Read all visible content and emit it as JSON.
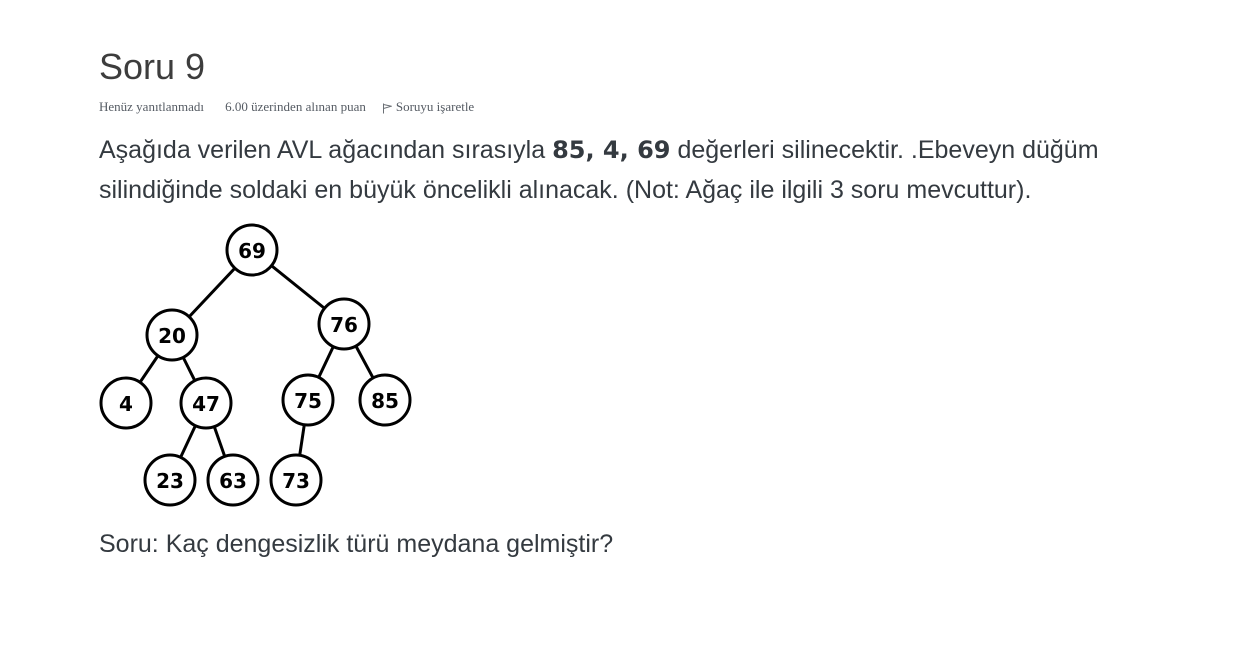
{
  "question": {
    "title": "Soru 9",
    "status": "Henüz yanıtlanmadı",
    "grade": "6.00 üzerinden alınan puan",
    "flag_label": "Soruyu işaretle",
    "text_before": "Aşağıda verilen AVL ağacından sırasıyla ",
    "deleted_values": "85, 4, 69",
    "text_after": " değerleri silinecektir. .Ebeveyn düğüm silindiğinde soldaki en büyük öncelikli alınacak. (Not: Ağaç ile ilgili 3 soru mevcuttur).",
    "sub_question": "Soru: Kaç dengesizlik türü meydana gelmiştir?"
  },
  "tree": {
    "nodes": [
      {
        "id": "n69",
        "label": "69"
      },
      {
        "id": "n20",
        "label": "20"
      },
      {
        "id": "n76",
        "label": "76"
      },
      {
        "id": "n4",
        "label": "4"
      },
      {
        "id": "n47",
        "label": "47"
      },
      {
        "id": "n75",
        "label": "75"
      },
      {
        "id": "n85",
        "label": "85"
      },
      {
        "id": "n23",
        "label": "23"
      },
      {
        "id": "n63",
        "label": "63"
      },
      {
        "id": "n73",
        "label": "73"
      }
    ],
    "edges": [
      [
        "n69",
        "n20"
      ],
      [
        "n69",
        "n76"
      ],
      [
        "n20",
        "n4"
      ],
      [
        "n20",
        "n47"
      ],
      [
        "n76",
        "n75"
      ],
      [
        "n76",
        "n85"
      ],
      [
        "n47",
        "n23"
      ],
      [
        "n47",
        "n63"
      ],
      [
        "n75",
        "n73"
      ]
    ]
  }
}
